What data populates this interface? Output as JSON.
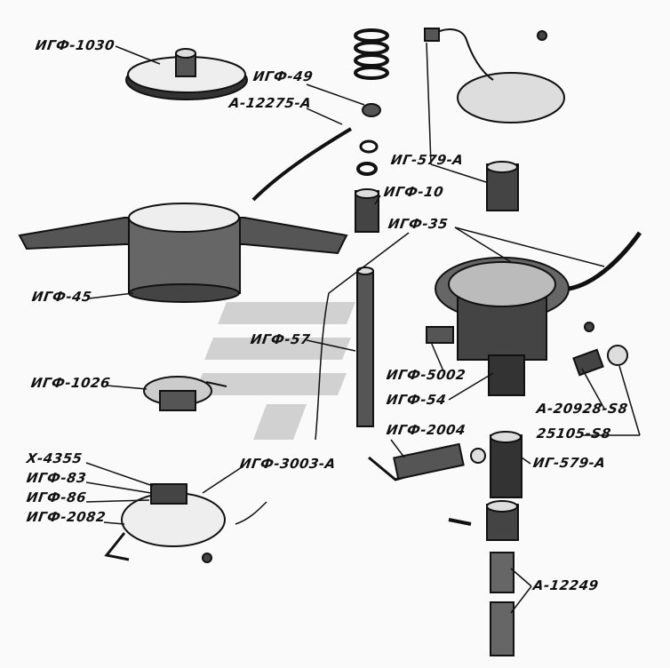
{
  "title": "Distributor exploded parts diagram",
  "colors": {
    "ink": "#111111",
    "paper": "#fafafa",
    "watermark": "#c8c8c8"
  },
  "labels": {
    "igf_1030": "ИГФ-1030",
    "igf_49": "ИГФ-49",
    "a_12275_a": "А-12275-А",
    "ig_579_a_top": "ИГ-579-А",
    "igf_10": "ИГФ-10",
    "igf_35": "ИГФ-35",
    "igf_45": "ИГФ-45",
    "igf_57": "ИГФ-57",
    "igf_1026": "ИГФ-1026",
    "igf_5002": "ИГФ-5002",
    "igf_54": "ИГФ-54",
    "a_20928_s8": "А-20928-S8",
    "n_25105_s8": "25105-S8",
    "igf_2004": "ИГФ-2004",
    "ig_579_a_bottom": "ИГ-579-А",
    "x_4355": "Х-4355",
    "igf_83": "ИГФ-83",
    "igf_86": "ИГФ-86",
    "igf_2082": "ИГФ-2082",
    "igf_3003_a": "ИГФ-3003-А",
    "a_12249": "А-12249"
  }
}
